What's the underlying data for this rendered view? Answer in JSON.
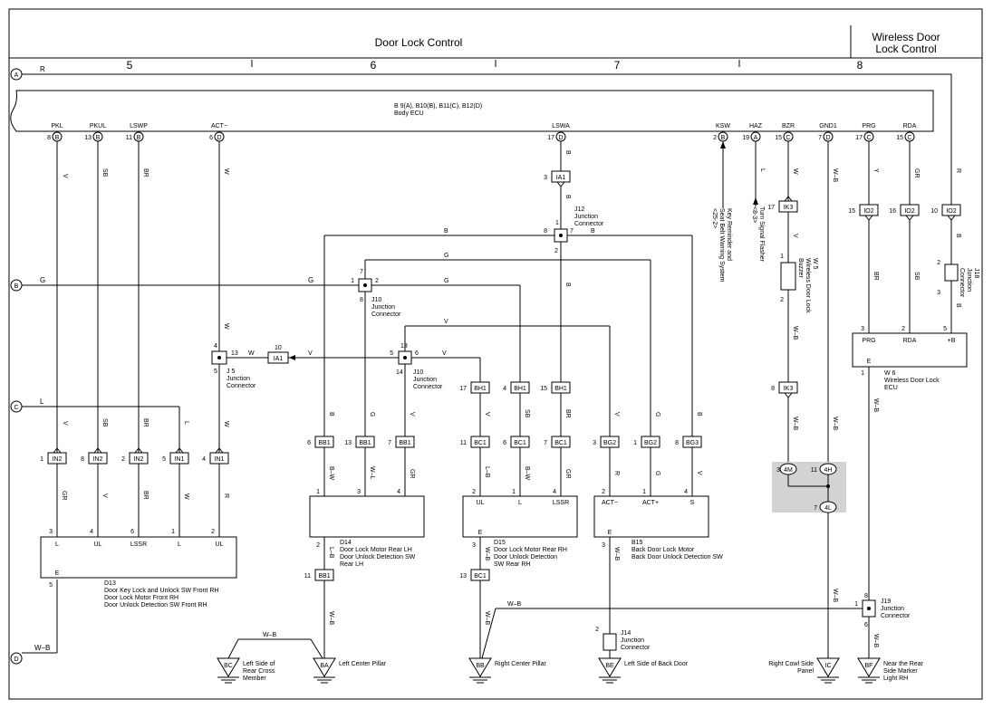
{
  "header": {
    "title": "Door Lock Control",
    "right_title_1": "Wireless Door",
    "right_title_2": "Lock Control",
    "columns": [
      "5",
      "6",
      "7",
      "8"
    ]
  },
  "rails": {
    "A": "A",
    "B": "B",
    "C": "C",
    "D": "D"
  },
  "body_ecu": {
    "label_1": "B 9(A), B10(B), B11(C), B12(D)",
    "label_2": "Body ECU",
    "pins": [
      {
        "name": "PKL",
        "num": "8",
        "conn": "B"
      },
      {
        "name": "PKUL",
        "num": "13",
        "conn": "B"
      },
      {
        "name": "LSWP",
        "num": "11",
        "conn": "B"
      },
      {
        "name": "ACT−",
        "num": "6",
        "conn": "D"
      },
      {
        "name": "LSWA",
        "num": "17",
        "conn": "D"
      },
      {
        "name": "KSW",
        "num": "2",
        "conn": "B"
      },
      {
        "name": "HAZ",
        "num": "19",
        "conn": "A"
      },
      {
        "name": "BZR",
        "num": "15",
        "conn": "C"
      },
      {
        "name": "GND1",
        "num": "7",
        "conn": "D"
      },
      {
        "name": "PRG",
        "num": "17",
        "conn": "C"
      },
      {
        "name": "RDA",
        "num": "15",
        "conn": "C"
      }
    ]
  },
  "wire_colors": {
    "R": "R",
    "G": "G",
    "L": "L",
    "V": "V",
    "SB": "SB",
    "BR": "BR",
    "W": "W",
    "B": "B",
    "Y": "Y",
    "GR": "GR",
    "WB": "W–B",
    "LB": "L–B",
    "BW": "B–W",
    "WL": "W–L"
  },
  "connectors": {
    "IA1": "IA1",
    "IN2": "IN2",
    "IN1": "IN1",
    "BB1": "BB1",
    "BH1": "BH1",
    "BC1": "BC1",
    "BG2": "BG2",
    "BG3": "BG3",
    "IK3": "IK3",
    "IO2": "IO2",
    "4M": "4M",
    "4H": "4H",
    "4L": "4L"
  },
  "junctions": {
    "j12_1": "J12",
    "j12_2": "Junction",
    "j12_3": "Connector",
    "j10a_1": "J10",
    "j10a_2": "Junction",
    "j10a_3": "Connector",
    "j5_1": "J 5",
    "j5_2": "Junction",
    "j5_3": "Connector",
    "j10b_1": "J10",
    "j10b_2": "Junction",
    "j10b_3": "Connector",
    "j18_1": "J18",
    "j18_2": "Junction",
    "j18_3": "Connector",
    "j14_1": "J14",
    "j14_2": "Junction",
    "j14_3": "Connector",
    "j19_1": "J19",
    "j19_2": "Junction",
    "j19_3": "Connector"
  },
  "components": {
    "d13_1": "D13",
    "d13_2": "Door Key Lock and Unlock SW Front RH",
    "d13_3": "Door Lock Motor Front RH",
    "d13_4": "Door Unlock Detection SW Front RH",
    "d13_pins": [
      "L",
      "UL",
      "LSSR",
      "L",
      "UL"
    ],
    "d14_1": "D14",
    "d14_2": "Door Lock Motor Rear LH",
    "d14_3": "Door Unlock Detection SW",
    "d14_4": "Rear LH",
    "d15_1": "D15",
    "d15_2": "Door Lock Motor Rear RH",
    "d15_3": "Door Unlock Detection",
    "d15_4": "SW Rear RH",
    "d15_pins": [
      "UL",
      "L",
      "LSSR"
    ],
    "b15_1": "B15",
    "b15_2": "Back Door Lock Motor",
    "b15_3": "Back Door Unlock Detection SW",
    "b15_pins": [
      "ACT−",
      "ACT+",
      "S"
    ],
    "w5_1": "W 5",
    "w5_2": "Wireless Door Lock",
    "w5_3": "Buzzer",
    "w6_1": "W 6",
    "w6_2": "Wireless Door Lock",
    "w6_3": "ECU",
    "w6_pins": [
      "PRG",
      "RDA",
      "+B"
    ],
    "ecu_e": "E"
  },
  "refs": {
    "key_1": "Key Reminder and",
    "key_2": "Seat Belt Warning System",
    "key_3": "<25-2>",
    "turn_1": "Turn Signal Flasher",
    "turn_2": "<8-3>"
  },
  "grounds": [
    {
      "id": "BC",
      "l1": "Left Side of",
      "l2": "Rear Cross",
      "l3": "Member"
    },
    {
      "id": "BA",
      "l1": "Left Center Pillar",
      "l2": "",
      "l3": ""
    },
    {
      "id": "BB",
      "l1": "Right Center Pillar",
      "l2": "",
      "l3": ""
    },
    {
      "id": "BE",
      "l1": "Left Side of Back Door",
      "l2": "",
      "l3": ""
    },
    {
      "id": "IC",
      "l1": "Right Cowl Side",
      "l2": "Panel",
      "l3": ""
    },
    {
      "id": "BF",
      "l1": "Near the Rear",
      "l2": "Side Marker",
      "l3": "Light RH"
    }
  ]
}
